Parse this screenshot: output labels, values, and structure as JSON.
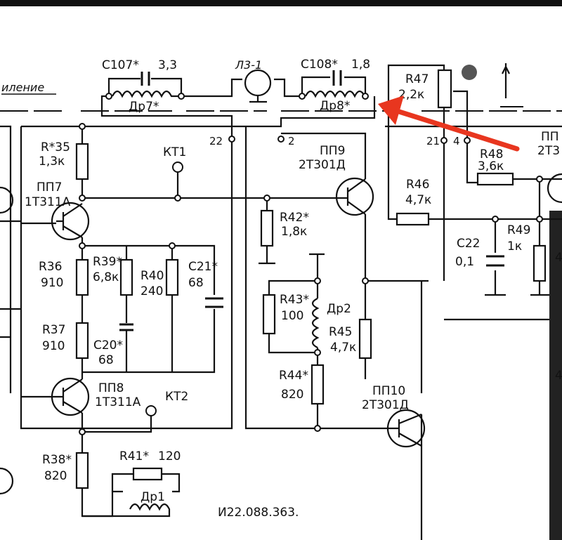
{
  "heading_fragment": "иление",
  "document_number": "И22.088.363.",
  "arrow_color": "#e8361f",
  "labels": {
    "c107": "C107*",
    "c107_val": "3,3",
    "l3": "Л3-1",
    "c108": "C108*",
    "c108_val": "1,8",
    "dr7": "Др7*",
    "dr8": "Др8*",
    "r47": "R47",
    "r47_val": "2,2к",
    "t22": "22",
    "t2": "2",
    "t21": "21",
    "t4": "4",
    "r48": "R48",
    "r48_val": "3,6к",
    "pp_right": "ПП",
    "pp_right_type": "2Т3",
    "r35": "R*35",
    "r35_val": "1,3к",
    "kt1": "КТ1",
    "pp9": "ПП9",
    "pp9_type": "2Т301Д",
    "pp7": "ПП7",
    "pp7_type": "1Т311А",
    "r46": "R46",
    "r46_val": "4,7к",
    "r42": "R42*",
    "r42_val": "1,8к",
    "c22": "C22",
    "c22_val": "0,1",
    "r49": "R49",
    "r49_val": "1к",
    "r36": "R36",
    "r36_val": "910",
    "r39": "R39*",
    "r39_val": "6,8к",
    "r40": "R40",
    "r40_val": "240",
    "c21": "C21*",
    "c21_val": "68",
    "r43": "R43*",
    "r43_val": "100",
    "dr2": "Др2",
    "r45": "R45",
    "r45_val": "4,7к",
    "r37": "R37",
    "r37_val": "910",
    "c20": "C20*",
    "c20_val": "68",
    "r44": "R44*",
    "r44_val": "820",
    "pp8": "ПП8",
    "pp8_type": "1Т311А",
    "kt2": "КТ2",
    "pp10": "ПП10",
    "pp10_type": "2Т301Д",
    "r38": "R38*",
    "r38_val": "820",
    "r41": "R41*",
    "r41_val": "120",
    "dr1": "Др1",
    "edge1": "4",
    "edge2": "4"
  }
}
